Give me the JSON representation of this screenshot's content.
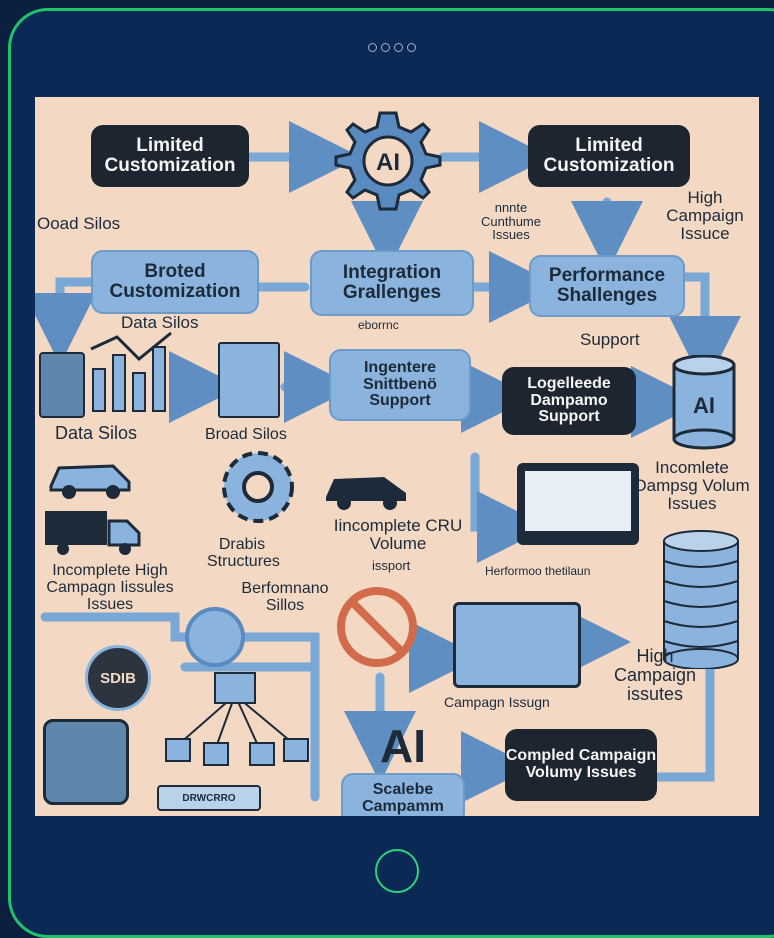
{
  "device": {
    "accent": "#20c36a",
    "frame": "#0a2a55",
    "page_indicator": [
      "dot",
      "dot",
      "dot",
      "dot"
    ]
  },
  "diagram": {
    "boxes": {
      "top_left": "Limited Customization",
      "top_right": "Limited Customization",
      "mid_left": "Broted Customization",
      "mid_center": "Integration Grallenges",
      "mid_right": "Performance Shallenges",
      "support_center": "Ingentere Snittbenö Support",
      "support_right": "Logelleede Dampamo Support",
      "bottom_right": "Compled Campaign Volumy Issues",
      "bottom_center": "Scalebe Campamm"
    },
    "labels": {
      "road_silos": "Ooad Silos",
      "cuntume": "nnnte Cunthume Issues",
      "high_campaign_top": "High Campaign Issuce",
      "data_silos_a": "Data Silos",
      "eborrnc": "eborrnc",
      "support": "Support",
      "data_silos_b": "Data Silos",
      "broad_silos": "Broad Silos",
      "incomplete_right": "Incomlete Dampsg Volum Issues",
      "incomplete_left": "Incomplete High Campagn Iissules Issues",
      "drabs": "Drabis Structures",
      "incomplete_crm": "Iincomplete CRU Volume",
      "issport": "issport",
      "berformano": "Berfomnano Sillos",
      "herformo": "Herformoo thetilaun",
      "high_campaign_bottom": "High Campaign issutes",
      "campagn_issugn": "Campagn Issugn",
      "sdib": "SDIB",
      "ai_big": "AI",
      "chip_label": "DRWCRRO"
    },
    "icon_labels": {
      "gear_ai": "AI",
      "cylinder_ai": "AI"
    }
  }
}
